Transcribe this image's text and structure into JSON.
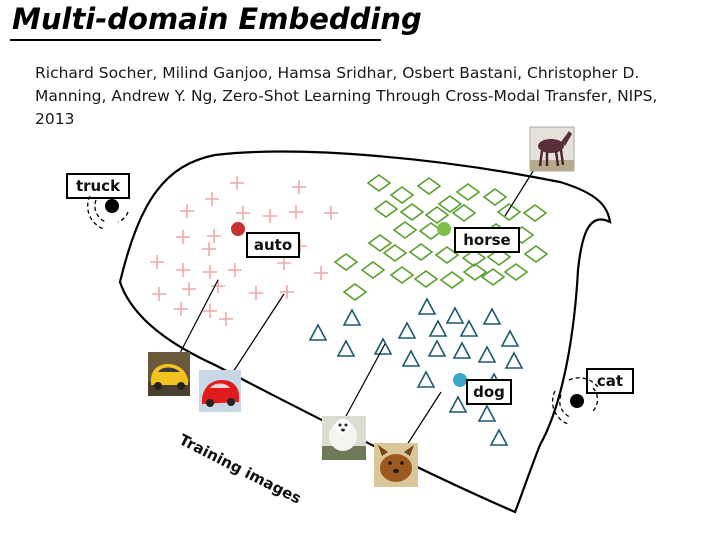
{
  "header": {
    "title": "Multi-domain Embedding",
    "citation": "Richard Socher, Milind Ganjoo, Hamsa Sridhar, Osbert Bastani, Christopher D. Manning, Andrew Y. Ng, Zero-Shot Learning Through Cross-Modal Transfer, NIPS, 2013"
  },
  "diagram": {
    "labels": {
      "truck": "truck",
      "auto": "auto",
      "horse": "horse",
      "dog": "dog",
      "cat": "cat"
    },
    "training_caption": "Training images",
    "colors": {
      "auto_marker": "#f0a8a8",
      "auto_point": "#c83232",
      "horse_marker": "#5aa02e",
      "horse_point": "#7cc04a",
      "dog_marker": "#1e5a6e",
      "dog_point": "#3ba7c8",
      "unseen_point": "#000000",
      "surface_stroke": "#000000"
    },
    "icons": [
      "car-yellow-image",
      "car-red-image",
      "horse-image",
      "dog-white-image",
      "dog-brown-image"
    ]
  }
}
